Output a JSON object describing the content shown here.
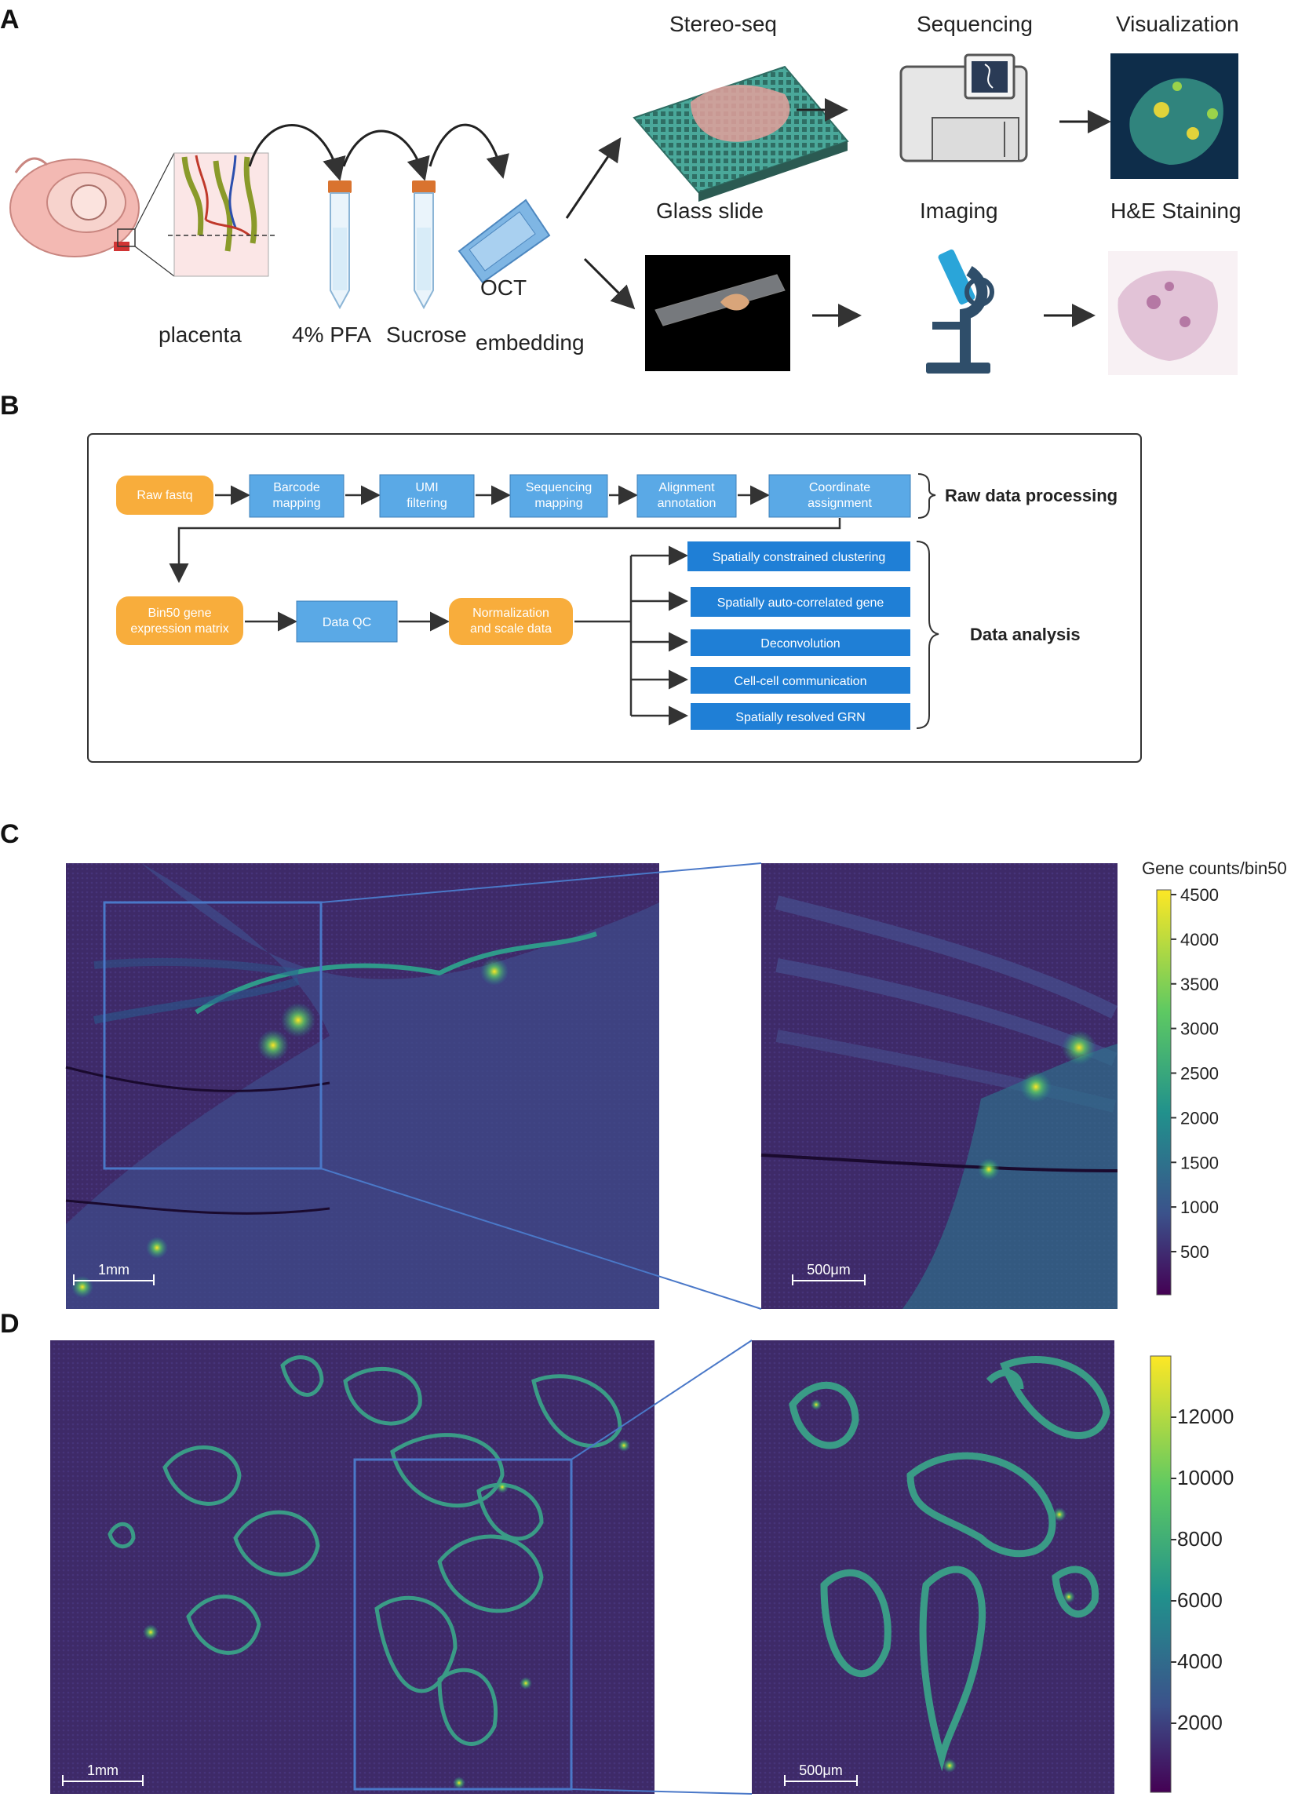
{
  "panels": {
    "a": "A",
    "b": "B",
    "c": "C",
    "d": "D"
  },
  "workflow": {
    "placenta": "placenta",
    "pfa": "4% PFA",
    "sucrose": "Sucrose",
    "oct_line1": "OCT",
    "oct_line2": "embedding",
    "stereo_seq": "Stereo-seq",
    "sequencing": "Sequencing",
    "visualization": "Visualization",
    "glass_slide": "Glass slide",
    "imaging": "Imaging",
    "he_staining": "H&E Staining"
  },
  "pipeline": {
    "raw_fastq": "Raw fastq",
    "barcode_1": "Barcode",
    "barcode_2": "mapping",
    "umi_1": "UMI",
    "umi_2": "filtering",
    "seqmap_1": "Sequencing",
    "seqmap_2": "mapping",
    "align_1": "Alignment",
    "align_2": "annotation",
    "coord_1": "Coordinate",
    "coord_2": "assignment",
    "raw_processing": "Raw data processing",
    "bin50_1": "Bin50  gene",
    "bin50_2": "expression matrix",
    "data_qc": "Data QC",
    "norm_1": "Normalization",
    "norm_2": "and scale data",
    "analysis": [
      "Spatially constrained clustering",
      "Spatially auto-correlated gene",
      "Deconvolution",
      "Cell-cell communication",
      "Spatially resolved GRN"
    ],
    "data_analysis": "Data analysis"
  },
  "panel_c": {
    "colorbar_title": "Gene counts/bin50",
    "ticks": [
      "4500",
      "4000",
      "3500",
      "3000",
      "2500",
      "2000",
      "1500",
      "1000",
      "500"
    ],
    "scale_main": "1mm",
    "scale_zoom": "500μm"
  },
  "panel_d": {
    "ticks": [
      "12000",
      "10000",
      "8000",
      "6000",
      "4000",
      "2000"
    ],
    "scale_main": "1mm",
    "scale_zoom": "500μm"
  },
  "colors": {
    "orange_box": "#f8ad3c",
    "light_blue_box": "#5aa9e6",
    "dark_blue_box": "#1f7fd6",
    "heatmap_bg": "#3b1f5c",
    "zoom_line": "#4a78c8"
  }
}
